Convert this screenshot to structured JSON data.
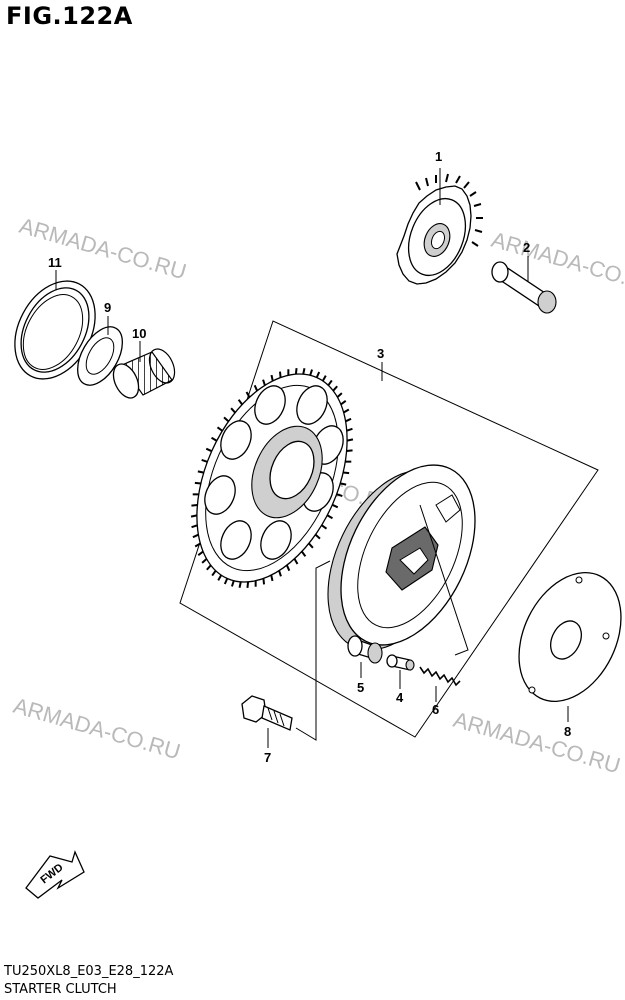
{
  "figure": {
    "title": "FIG.122A"
  },
  "footer": {
    "code": "TU250XL8_E03_E28_122A",
    "title": "STARTER CLUTCH"
  },
  "watermark": {
    "text": "ARMADA-CO.RU"
  },
  "fwd_label": "FWD",
  "callouts": [
    "1",
    "2",
    "3",
    "4",
    "5",
    "6",
    "7",
    "8",
    "9",
    "10",
    "11"
  ],
  "colors": {
    "ink": "#000000",
    "watermark": "#b9b9b9",
    "paper": "#ffffff"
  }
}
